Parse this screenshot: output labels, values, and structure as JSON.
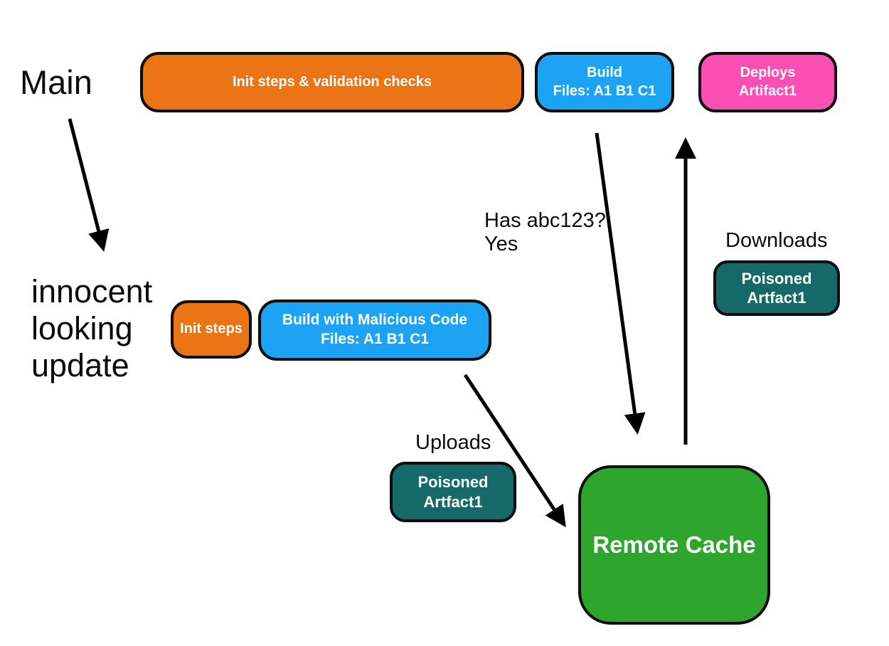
{
  "colors": {
    "orange": "#EB7414",
    "blue": "#1CA3F3",
    "pink": "#FB4FB3",
    "teal": "#156A69",
    "green": "#2EA62E",
    "outline": "#0d0d0d",
    "arrow": "#000000",
    "text": "#0b0b0b",
    "box_text": "#ffffff",
    "background": "#ffffff"
  },
  "labels": {
    "main": "Main",
    "innocent": [
      "innocent",
      "looking",
      "update"
    ]
  },
  "nodes": {
    "init_validation": {
      "label": "Init steps & validation checks"
    },
    "build": {
      "line1": "Build",
      "line2": "Files: A1 B1 C1"
    },
    "deploys": {
      "line1": "Deploys",
      "line2": "Artifact1"
    },
    "init_steps": {
      "label": "Init steps"
    },
    "build_malicious": {
      "line1": "Build with Malicious Code",
      "line2": "Files: A1 B1 C1"
    },
    "poisoned_download": {
      "line1": "Poisoned",
      "line2": "Artfact1"
    },
    "poisoned_upload": {
      "line1": "Poisoned",
      "line2": "Artfact1"
    },
    "remote_cache": {
      "label": "Remote Cache"
    }
  },
  "edge_labels": {
    "has_query": "Has abc123?",
    "has_answer": "Yes",
    "downloads": "Downloads",
    "uploads": "Uploads"
  }
}
